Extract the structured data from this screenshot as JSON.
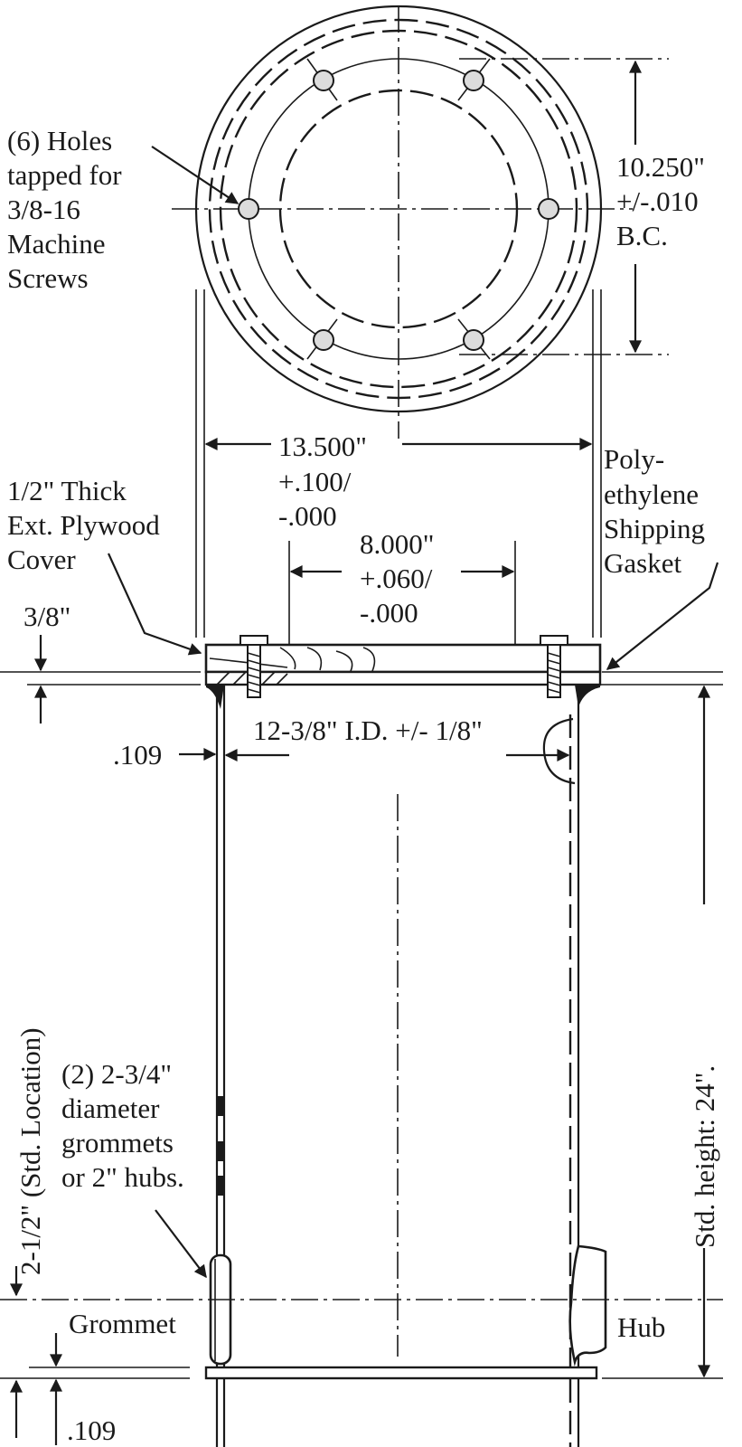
{
  "drawing": {
    "top_view": {
      "holes_label": [
        "(6) Holes",
        "tapped for",
        "3/8-16",
        "Machine",
        "Screws"
      ],
      "bolt_circle_label": [
        "10.250\"",
        "+/-.010",
        "B.C."
      ]
    },
    "side_view": {
      "outer_diameter_label": [
        "13.500\"",
        "+.100/",
        "-.000"
      ],
      "cover_label": [
        "1/2\" Thick",
        "Ext. Plywood",
        "Cover"
      ],
      "gasket_label": [
        "Poly-",
        "ethylene",
        "Shipping",
        "Gasket"
      ],
      "opening_label": [
        "8.000\"",
        "+.060/",
        "-.000"
      ],
      "cover_thickness_label": "3/8\"",
      "inner_diameter_label": "12-3/8\" I.D. +/- 1/8\"",
      "wall_thickness_label": ".109",
      "grommets_label": [
        "(2) 2-3/4\"",
        "diameter",
        "grommets",
        "or 2\" hubs."
      ],
      "std_location_label": "2-1/2\" (Std. Location)",
      "std_height_label": "Std. height: 24\".",
      "grommet_label": "Grommet",
      "hub_label": "Hub",
      "bottom_thickness_label": ".109"
    }
  }
}
